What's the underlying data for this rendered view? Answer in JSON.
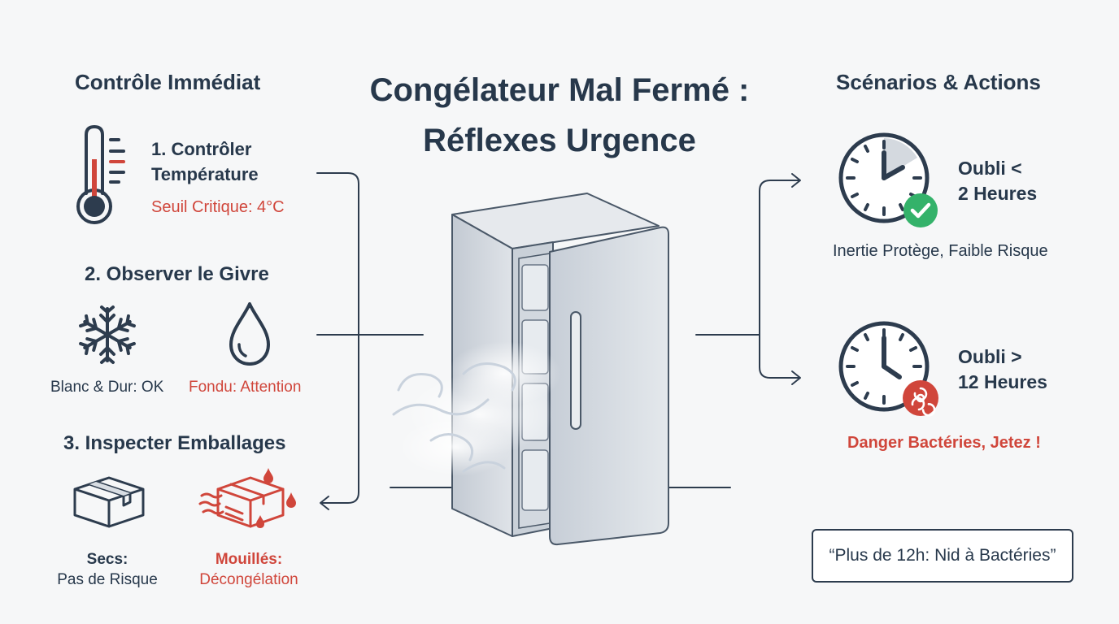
{
  "title": {
    "line1": "Congélateur Mal Fermé :",
    "line2": "Réflexes Urgence"
  },
  "left": {
    "heading": "Contrôle Immédiat",
    "step1": {
      "line1": "1. Contrôler",
      "line2": "Température",
      "threshold": "Seuil Critique: 4°C"
    },
    "step2": {
      "heading": "2. Observer le Givre",
      "ok_label": "Blanc & Dur: OK",
      "warn_label": "Fondu: Attention"
    },
    "step3": {
      "heading": "3. Inspecter Emballages",
      "dry_line1": "Secs:",
      "dry_line2": "Pas de Risque",
      "wet_line1": "Mouillés:",
      "wet_line2": "Décongélation"
    }
  },
  "right": {
    "heading": "Scénarios & Actions",
    "scenario1": {
      "line1": "Oubli <",
      "line2": "2 Heures",
      "note": "Inertie Protège, Faible Risque"
    },
    "scenario2": {
      "line1": "Oubli >",
      "line2": "12 Heures",
      "note": "Danger Bactéries, Jetez !"
    },
    "quote": "“Plus de 12h: Nid à Bactéries”"
  },
  "colors": {
    "ink": "#27384b",
    "danger": "#d0463b",
    "ok": "#34b26a",
    "mist": "#c9d2dd"
  }
}
